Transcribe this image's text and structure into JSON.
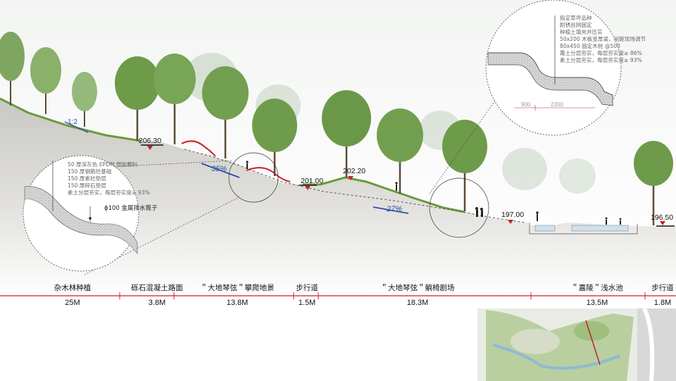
{
  "elevations": [
    "206.30",
    "201.00",
    "202.20",
    "197.00",
    "196.50"
  ],
  "slopes": [
    "1:2",
    "35%",
    "27%"
  ],
  "detail_left": {
    "items": [
      "50 厚深灰色 EPDM 塑胶颗料",
      "150 厚钢筋砼基础",
      "150 厚素砼垫层",
      "150 厚碎石垫层",
      "素土分层夯实，每层夯实度≥ 93%"
    ],
    "pipe_label": "ϕ100 金属排水篦子"
  },
  "detail_right": {
    "items": [
      "指定草坪品种",
      "耐锈丝网固定",
      "种植土填充并压实",
      "50x200 木板变厚梁，间距现场调节",
      "80x450 固定木桩 @500",
      "覆土分层夯实，每层夯实度≥ 86%",
      "素土分层夯实，每层夯实度≥ 93%"
    ],
    "dim_left": "900",
    "dim_right": "2200"
  },
  "segments": [
    {
      "label": "杂木林种植",
      "length": "25M"
    },
    {
      "label": "砾石混凝土路面",
      "length": "3.8M"
    },
    {
      "label": "＂大地琴弦＂攀爬地景",
      "length": "13.8M"
    },
    {
      "label": "步行道",
      "length": "1.5M"
    },
    {
      "label": "＂大地琴弦＂躺椅剧场",
      "length": "18.3M"
    },
    {
      "label": "＂嘉陵＂浅水池",
      "length": "13.5M"
    },
    {
      "label": "步行道",
      "length": "1.8M"
    }
  ],
  "colors": {
    "accent_red": "#cc1f27",
    "slope_blue": "#2b4fa8",
    "grass": "#6a9a3a",
    "ground": "#cfcdc7"
  }
}
